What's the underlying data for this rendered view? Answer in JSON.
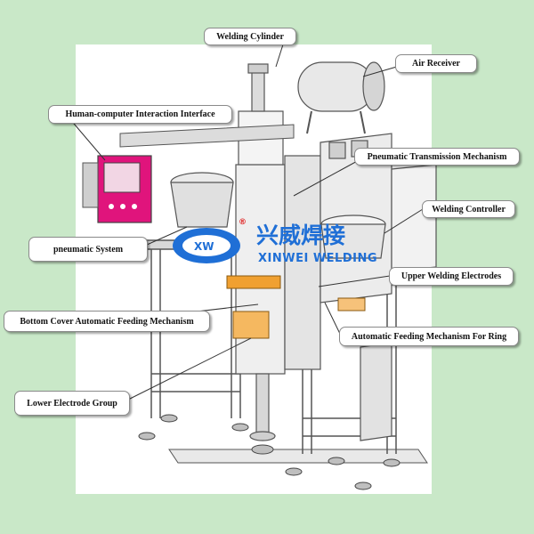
{
  "callouts": {
    "welding_cylinder": "Welding Cylinder",
    "air_receiver": "Air Receiver",
    "hmi": "Human-computer Interaction Interface",
    "pneumatic_transmission": "Pneumatic Transmission Mechanism",
    "welding_controller": "Welding Controller",
    "pneumatic_system": "pneumatic System",
    "upper_electrodes": "Upper Welding Electrodes",
    "bottom_cover_feeding": "Bottom Cover Automatic Feeding Mechanism",
    "ring_feeding": "Automatic Feeding Mechanism For Ring",
    "lower_electrode": "Lower Electrode Group"
  },
  "logo": {
    "chinese": "兴威焊接",
    "english": "XINWEI WELDING",
    "registered": "®"
  },
  "colors": {
    "background": "#c9e8c8",
    "canvas": "#ffffff",
    "logo_blue": "#1f6fd6",
    "hmi_panel": "#e0147c",
    "frame": "#6c6c6c"
  }
}
